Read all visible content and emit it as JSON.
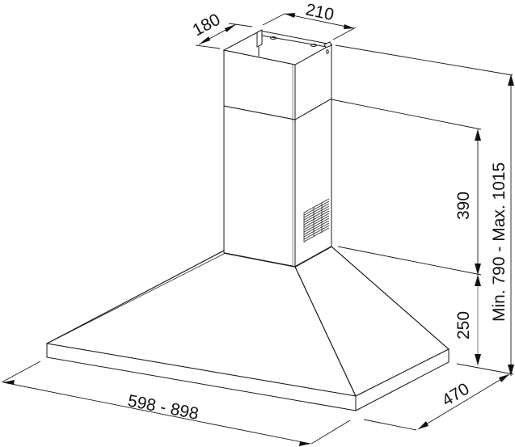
{
  "diagram": {
    "subject": "Chimney cooker hood dimension drawing",
    "units": "mm",
    "dimensions": {
      "chimney_depth": "180",
      "chimney_width": "210",
      "chimney_height": "390",
      "hood_height": "250",
      "total_height": "Min. 790 - Max. 1015",
      "hood_width": "598 - 898",
      "hood_depth": "470"
    },
    "colors": {
      "line": "#1a1a1a",
      "background": "#ffffff"
    }
  }
}
